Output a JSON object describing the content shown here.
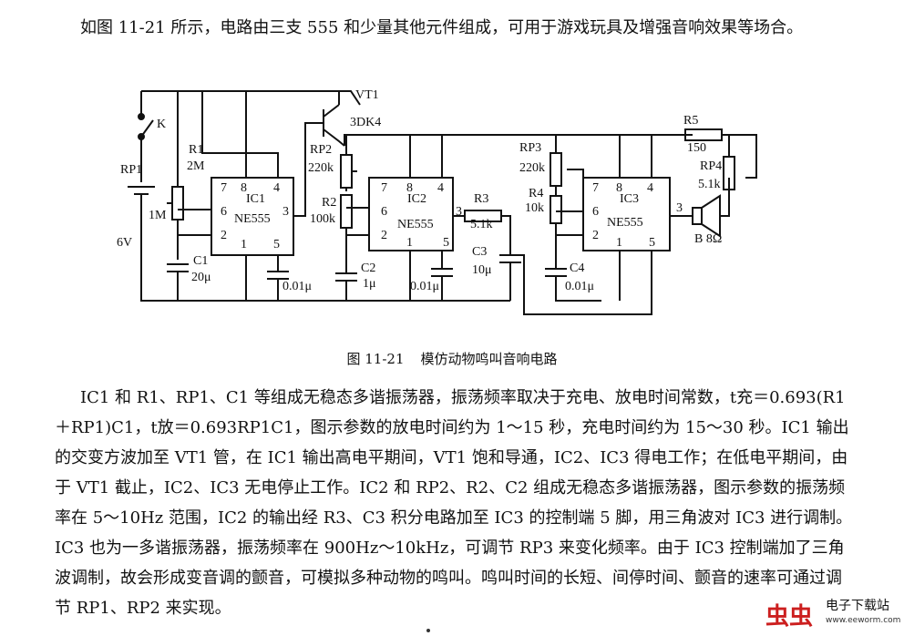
{
  "intro": "如图 11-21 所示，电路由三支 555 和少量其他元件组成，可用于游戏玩具及增强音响效果等场合。",
  "figure": {
    "number": "图 11-21",
    "title": "模仿动物鸣叫音响电路",
    "labels": {
      "switch": "K",
      "vt1": "VT1",
      "vt1_model": "3DK4",
      "r1": "R1",
      "r1_val": "2M",
      "rp1": "RP1",
      "rp1_val": "1M",
      "supply": "6V",
      "c1": "C1",
      "c1_val": "20μ",
      "c_ic1_5": "0.01μ",
      "ic1": "IC1",
      "ic1_model": "NE555",
      "rp2": "RP2",
      "rp2_val": "220k",
      "r2": "R2",
      "r2_val": "100k",
      "c2": "C2",
      "c2_val": "1μ",
      "ic2": "IC2",
      "ic2_model": "NE555",
      "c_ic2_5": "0.01μ",
      "r3": "R3",
      "r3_val": "5.1k",
      "c3": "C3",
      "c3_val": "10μ",
      "rp3": "RP3",
      "rp3_val": "220k",
      "r4": "R4",
      "r4_val": "10k",
      "c4": "C4",
      "c4_val": "0.01μ",
      "ic3": "IC3",
      "ic3_model": "NE555",
      "r5": "R5",
      "r5_val": "150",
      "rp4": "RP4",
      "rp4_val": "5.1k",
      "speaker": "B 8Ω",
      "pin1": "1",
      "pin2": "2",
      "pin3": "3",
      "pin4": "4",
      "pin5": "5",
      "pin6": "6",
      "pin7": "7",
      "pin8": "8"
    }
  },
  "body": "IC1 和 R1、RP1、C1 等组成无稳态多谐振荡器，振荡频率取决于充电、放电时间常数，t充＝0.693(R1＋RP1)C1，t放＝0.693RP1C1，图示参数的放电时间约为 1～15 秒，充电时间约为 15～30 秒。IC1 输出的交变方波加至 VT1 管，在 IC1 输出高电平期间，VT1 饱和导通，IC2、IC3 得电工作；在低电平期间，由于 VT1 截止，IC2、IC3 无电停止工作。IC2 和 RP2、R2、C2 组成无稳态多谐振荡器，图示参数的振荡频率在 5～10Hz 范围，IC2 的输出经 R3、C3 积分电路加至 IC3 的控制端 5 脚，用三角波对 IC3 进行调制。IC3 也为一多谐振荡器，振荡频率在 900Hz～10kHz，可调节 RP3 来变化频率。由于 IC3 控制端加了三角波调制，故会形成变音调的颤音，可模拟多种动物的鸣叫。鸣叫时间的长短、间停时间、颤音的速率可通过调节 RP1、RP2 来实现。",
  "logo": {
    "mark": "虫虫",
    "title": "电子下载站",
    "url": "www.eeworm.com"
  }
}
